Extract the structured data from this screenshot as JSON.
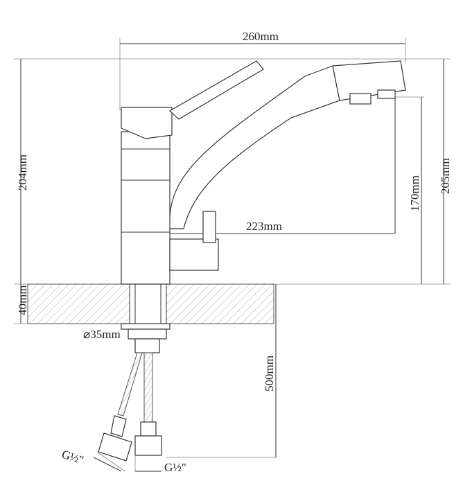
{
  "dimensions": {
    "width_total": "260mm",
    "height_left": "204mm",
    "counter_thickness": "40mm",
    "height_right": "205mm",
    "spout_height": "170mm",
    "spout_reach": "223mm",
    "hose_length": "500mm",
    "shank_diameter": "⌀35mm",
    "thread_left": "G½″",
    "thread_right": "G½″"
  }
}
